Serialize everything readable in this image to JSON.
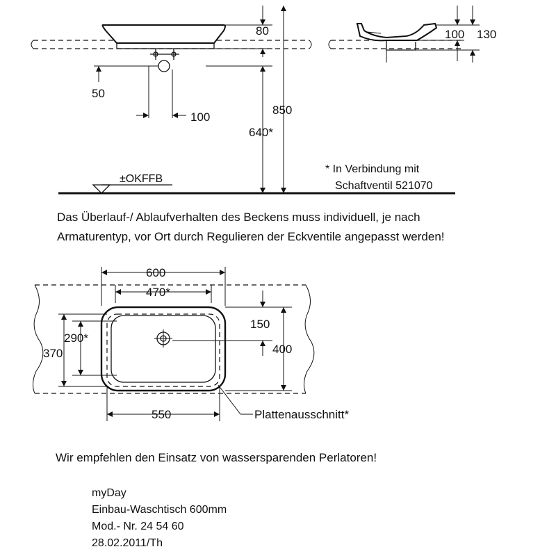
{
  "dimensions": {
    "d80": "80",
    "d100_side": "100",
    "d130": "130",
    "d50": "50",
    "d100_drain": "100",
    "d850": "850",
    "d640": "640*",
    "d600": "600",
    "d470": "470*",
    "d150": "150",
    "d400": "400",
    "d290": "290*",
    "d370": "370",
    "d550": "550"
  },
  "labels": {
    "floor_level": "±OKFFB",
    "cutout": "Plattenausschnitt*"
  },
  "footnote": {
    "line1": "* In Verbindung mit",
    "line2": "Schaftventil 521070"
  },
  "notes": {
    "overflow_line1": "Das Überlauf-/ Ablaufverhalten des Beckens muss individuell, je nach",
    "overflow_line2": "Armaturentyp, vor Ort durch Regulieren der Eckventile angepasst werden!",
    "recommendation": "Wir empfehlen den Einsatz von wassersparenden Perlatoren!"
  },
  "title_block": {
    "series": "myDay",
    "product": "Einbau-Waschtisch 600mm",
    "model": "Mod.- Nr. 24 54 60",
    "date": "28.02.2011/Th"
  }
}
